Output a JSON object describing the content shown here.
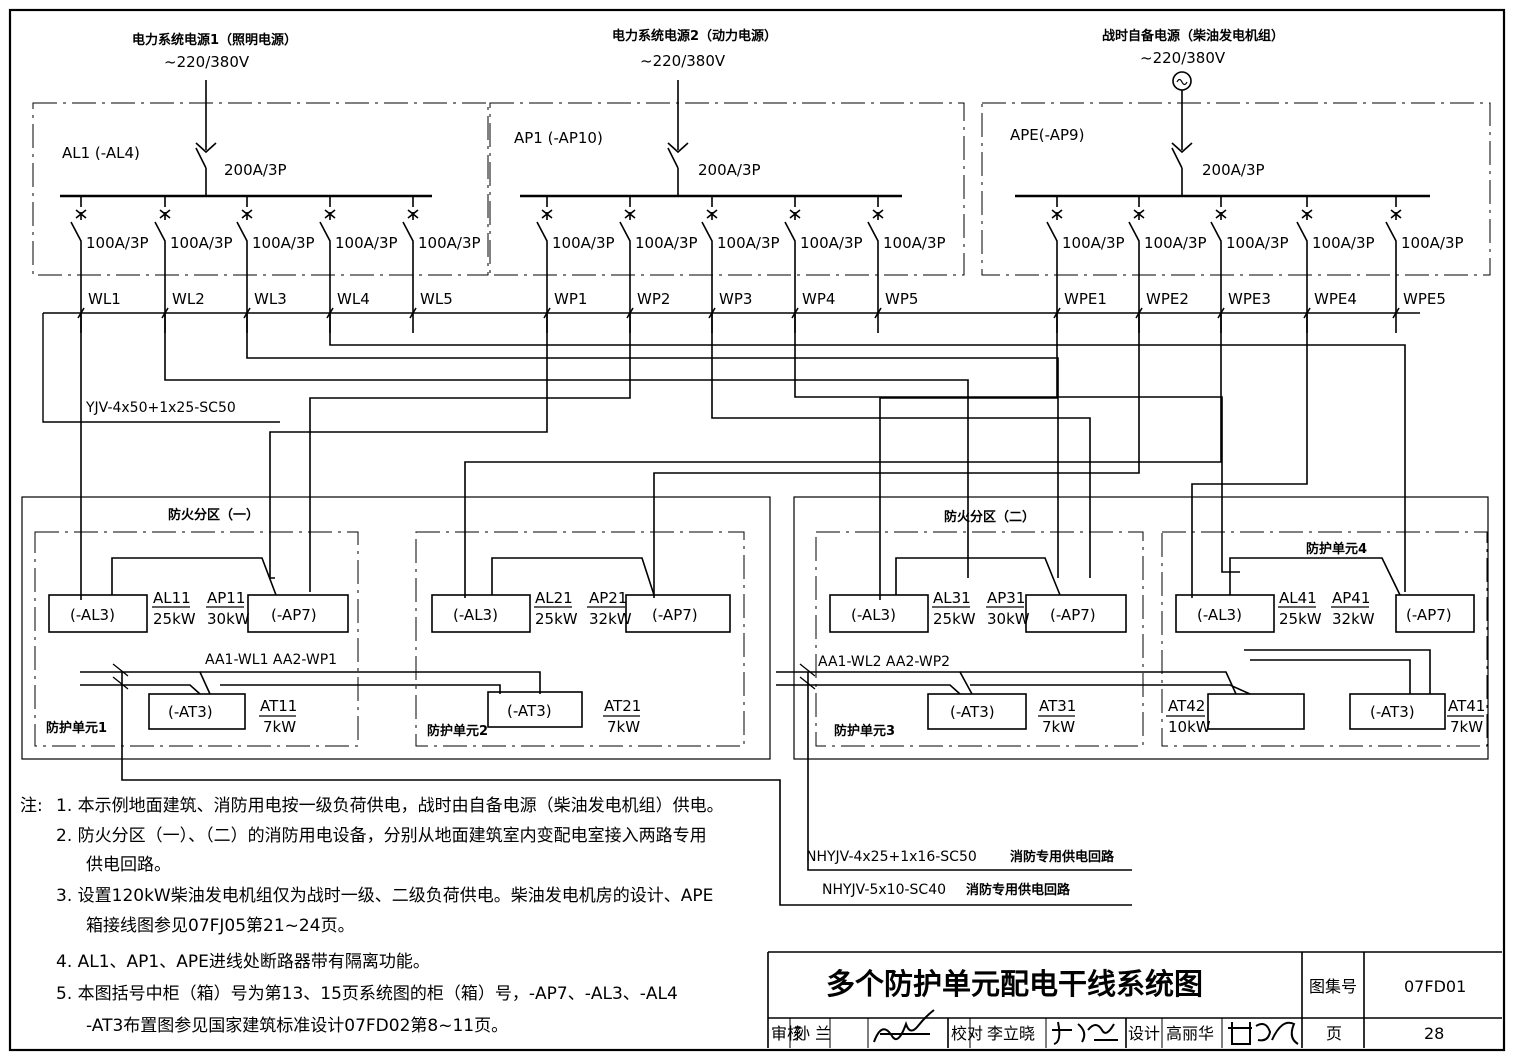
{
  "sources": [
    {
      "title": "电力系统电源1（照明电源）",
      "voltage": "~220/380V",
      "board": "AL1 (-AL4)",
      "main_breaker": "200A/3P"
    },
    {
      "title": "电力系统电源2（动力电源）",
      "voltage": "~220/380V",
      "board": "AP1 (-AP10)",
      "main_breaker": "200A/3P"
    },
    {
      "title": "战时自备电源（柴油发电机组）",
      "voltage": "~220/380V",
      "board": "APE(-AP9)",
      "main_breaker": "200A/3P"
    }
  ],
  "branch_breaker": "100A/3P",
  "feeders": {
    "lighting": [
      "WL1",
      "WL2",
      "WL3",
      "WL4",
      "WL5"
    ],
    "power": [
      "WP1",
      "WP2",
      "WP3",
      "WP4",
      "WP5"
    ],
    "emergency": [
      "WPE1",
      "WPE2",
      "WPE3",
      "WPE4",
      "WPE5"
    ]
  },
  "cable_main": "YJV-4x50+1x25-SC50",
  "zones": [
    "防火分区（一）",
    "防火分区（二）"
  ],
  "units": [
    {
      "name": "防护单元1",
      "al_box": "(-AL3)",
      "ap_box": "(-AP7)",
      "al_id": "AL11",
      "al_kw": "25kW",
      "ap_id": "AP11",
      "ap_kw": "30kW",
      "at_box": "(-AT3)",
      "at_id": "AT11",
      "at_kw": "7kW",
      "feeder_tag": "AA1-WL1  AA2-WP1"
    },
    {
      "name": "防护单元2",
      "al_box": "(-AL3)",
      "ap_box": "(-AP7)",
      "al_id": "AL21",
      "al_kw": "25kW",
      "ap_id": "AP21",
      "ap_kw": "32kW",
      "at_box": "(-AT3)",
      "at_id": "AT21",
      "at_kw": "7kW"
    },
    {
      "name": "防护单元3",
      "al_box": "(-AL3)",
      "ap_box": "(-AP7)",
      "al_id": "AL31",
      "al_kw": "25kW",
      "ap_id": "AP31",
      "ap_kw": "30kW",
      "at_box": "(-AT3)",
      "at_id": "AT31",
      "at_kw": "7kW",
      "feeder_tag": "AA1-WL2  AA2-WP2"
    },
    {
      "name": "防护单元4",
      "al_box": "(-AL3)",
      "ap_box": "(-AP7)",
      "al_id": "AL41",
      "al_kw": "25kW",
      "ap_id": "AP41",
      "ap_kw": "32kW",
      "at_box": "(-AT3)",
      "at_id": "AT41",
      "at_kw": "7kW",
      "at2_id": "AT42",
      "at2_kw": "10kW"
    }
  ],
  "fire_cables": [
    {
      "spec": "NHYJV-4x25+1x16-SC50",
      "label": "消防专用供电回路"
    },
    {
      "spec": "NHYJV-5x10-SC40",
      "label": "消防专用供电回路"
    }
  ],
  "notes_prefix": "注:",
  "notes": [
    "1. 本示例地面建筑、消防用电按一级负荷供电，战时由自备电源（柴油发电机组）供电。",
    "2. 防火分区（一）、（二）的消防用电设备，分别从地面建筑室内变配电室接入两路专用",
    "供电回路。",
    "3. 设置120kW柴油发电机组仅为战时一级、二级负荷供电。柴油发电机房的设计、APE",
    "箱接线图参见07FJ05第21~24页。",
    "4. AL1、AP1、APE进线处断路器带有隔离功能。",
    "5. 本图括号中柜（箱）号为第13、15页系统图的柜（箱）号，-AP7、-AL3、-AL4",
    "-AT3布置图参见国家建筑标准设计07FD02第8~11页。"
  ],
  "title_block": {
    "title": "多个防护单元配电干线系统图",
    "atlas_label": "图集号",
    "atlas_no": "07FD01",
    "review_label": "审核",
    "reviewer": "孙  兰",
    "check_label": "校对",
    "checker": "李立晓",
    "design_label": "设计",
    "designer": "高丽华",
    "page_label": "页",
    "page_no": "28"
  }
}
